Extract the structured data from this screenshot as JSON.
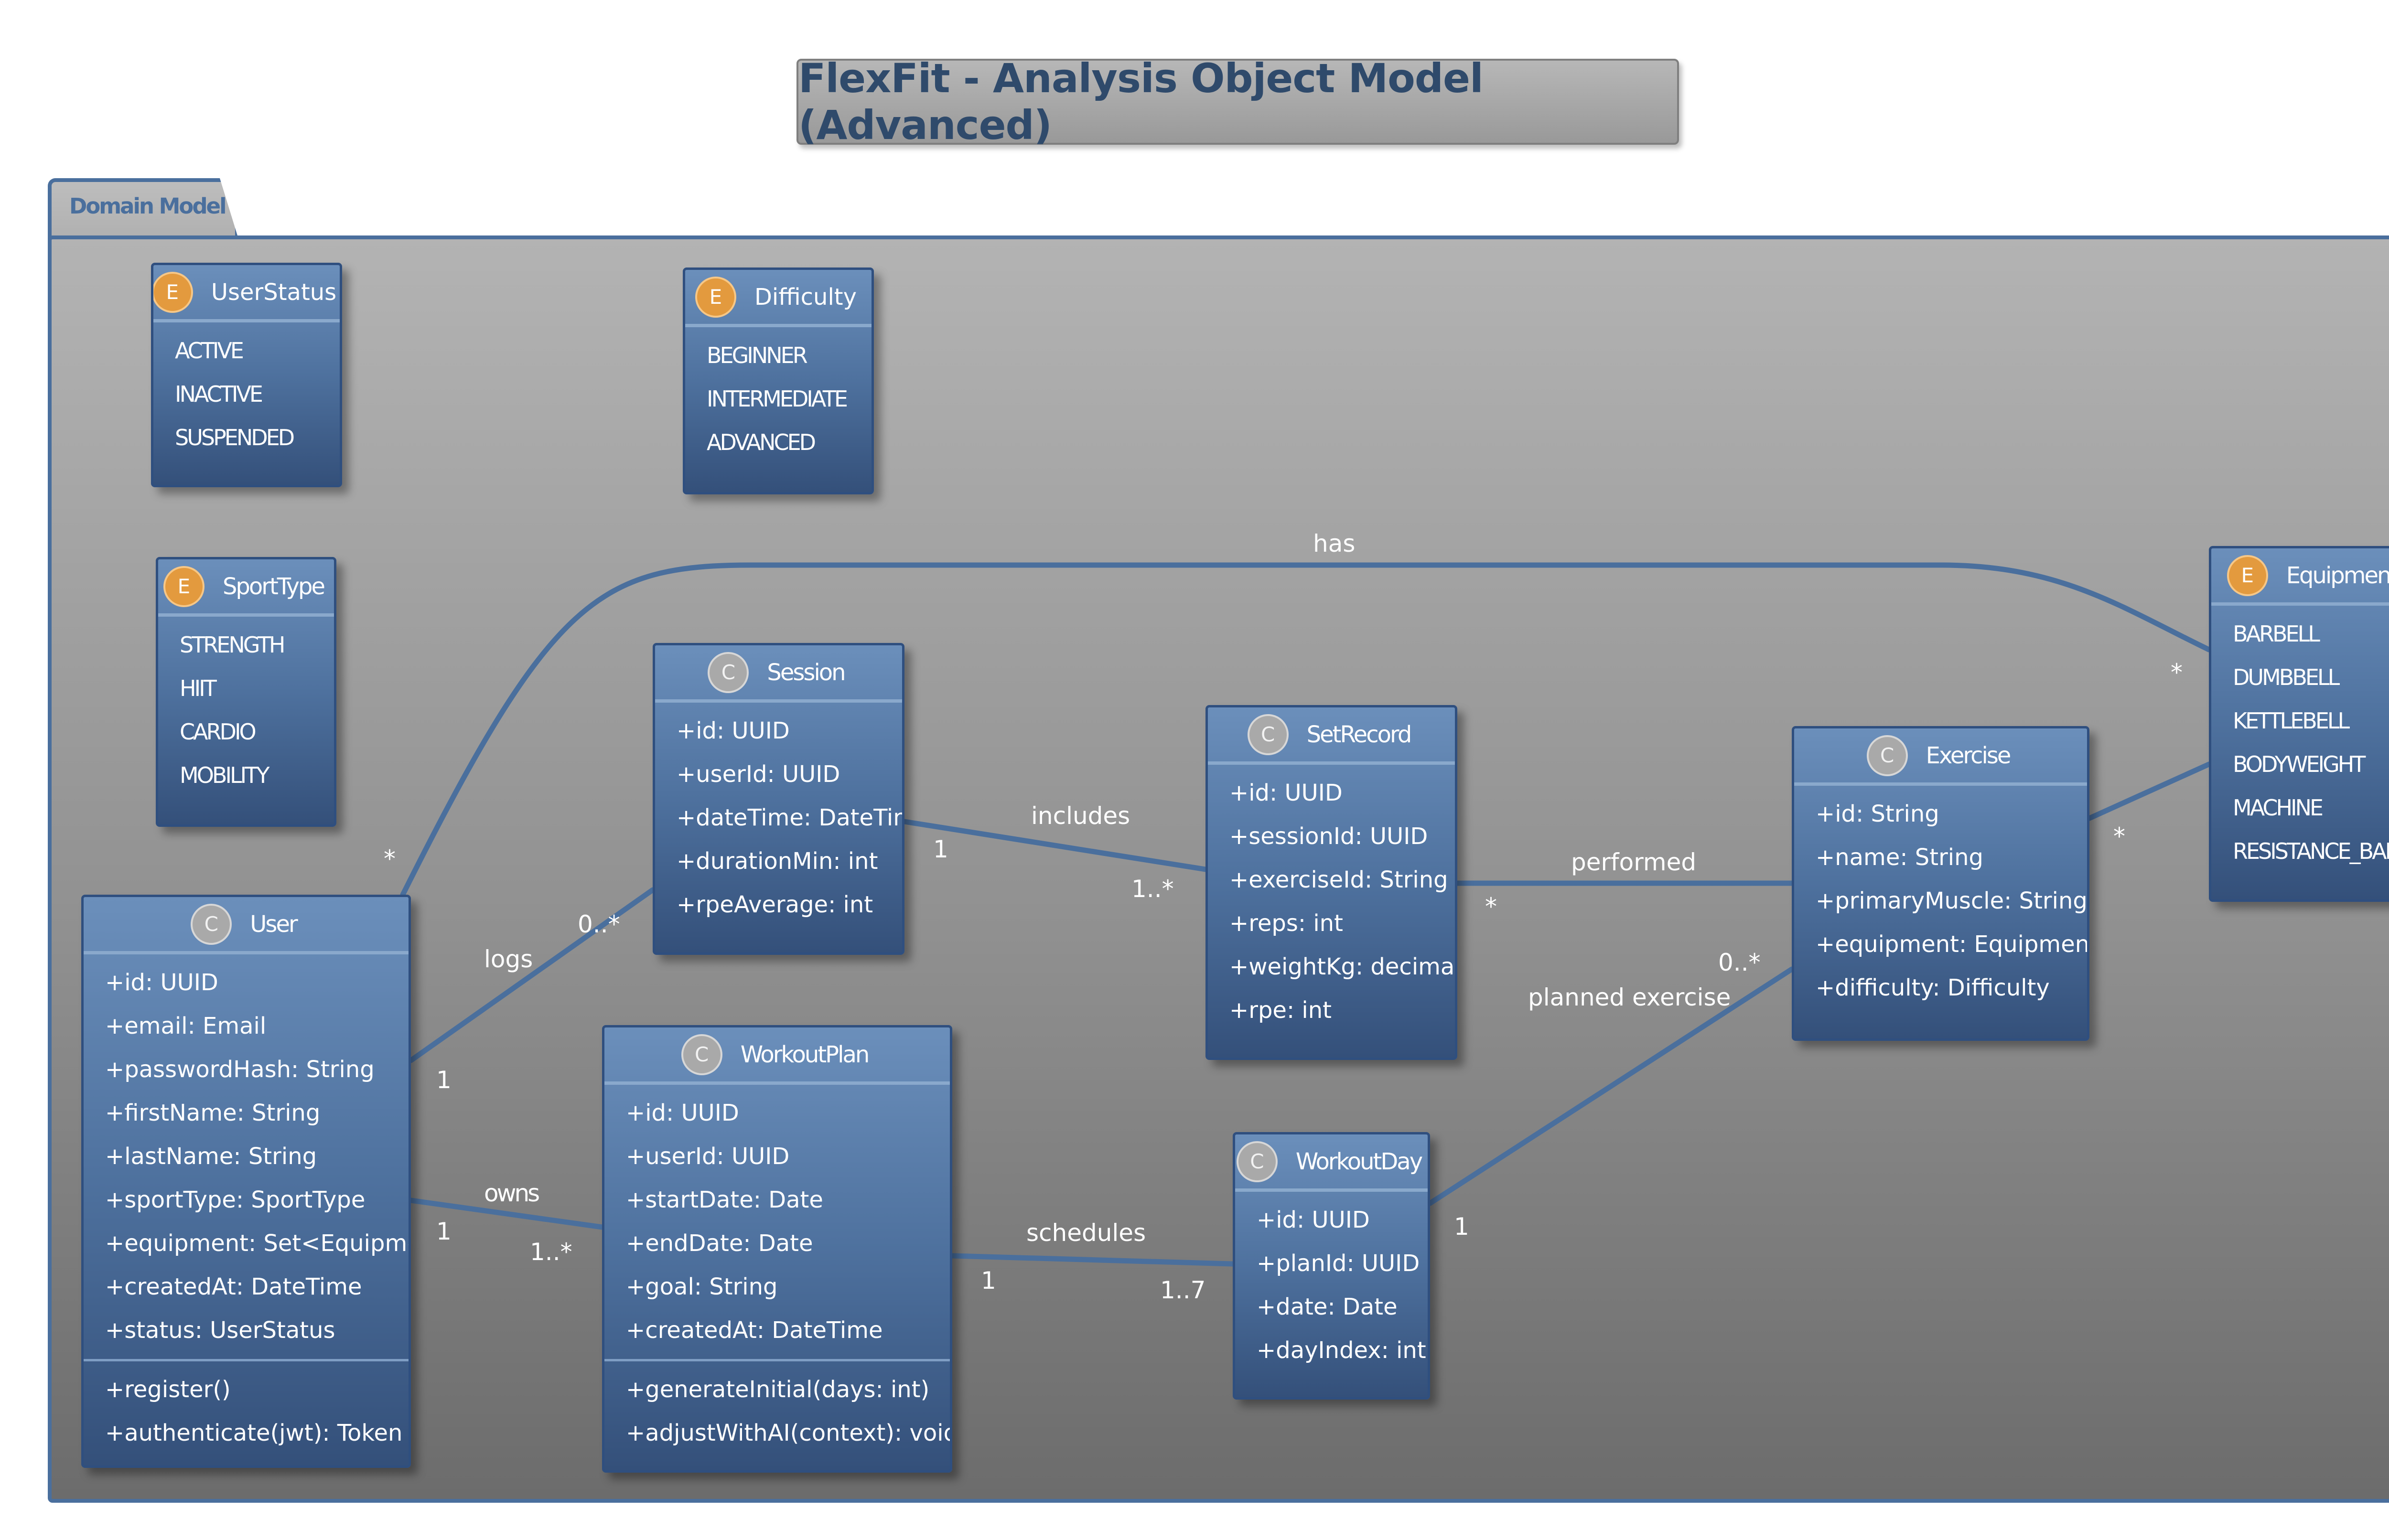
{
  "title": "FlexFit - Analysis Object Model (Advanced)",
  "package": {
    "name": "Domain Model"
  },
  "enums": {
    "user_status": {
      "name": "UserStatus",
      "stereotype": "E",
      "values": [
        "ACTIVE",
        "INACTIVE",
        "SUSPENDED"
      ]
    },
    "difficulty": {
      "name": "Difficulty",
      "stereotype": "E",
      "values": [
        "BEGINNER",
        "INTERMEDIATE",
        "ADVANCED"
      ]
    },
    "sport_type": {
      "name": "SportType",
      "stereotype": "E",
      "values": [
        "STRENGTH",
        "HIIT",
        "CARDIO",
        "MOBILITY"
      ]
    },
    "equipment": {
      "name": "Equipment",
      "stereotype": "E",
      "values": [
        "BARBELL",
        "DUMBBELL",
        "KETTLEBELL",
        "BODYWEIGHT",
        "MACHINE",
        "RESISTANCE_BAND"
      ]
    }
  },
  "classes": {
    "user": {
      "name": "User",
      "stereotype": "C",
      "attributes": [
        "+id: UUID",
        "+email: Email",
        "+passwordHash: String",
        "+firstName: String",
        "+lastName: String",
        "+sportType: SportType",
        "+equipment: Set<Equipment>",
        "+createdAt: DateTime",
        "+status: UserStatus"
      ],
      "operations": [
        "+register()",
        "+authenticate(jwt): Token"
      ]
    },
    "session": {
      "name": "Session",
      "stereotype": "C",
      "attributes": [
        "+id: UUID",
        "+userId: UUID",
        "+dateTime: DateTime",
        "+durationMin: int",
        "+rpeAverage: int"
      ]
    },
    "set_record": {
      "name": "SetRecord",
      "stereotype": "C",
      "attributes": [
        "+id: UUID",
        "+sessionId: UUID",
        "+exerciseId: String",
        "+reps: int",
        "+weightKg: decimal",
        "+rpe: int"
      ]
    },
    "exercise": {
      "name": "Exercise",
      "stereotype": "C",
      "attributes": [
        "+id: String",
        "+name: String",
        "+primaryMuscle: String",
        "+equipment: Equipment",
        "+difficulty: Difficulty"
      ]
    },
    "workout_plan": {
      "name": "WorkoutPlan",
      "stereotype": "C",
      "attributes": [
        "+id: UUID",
        "+userId: UUID",
        "+startDate: Date",
        "+endDate: Date",
        "+goal: String",
        "+createdAt: DateTime"
      ],
      "operations": [
        "+generateInitial(days: int)",
        "+adjustWithAI(context): void"
      ]
    },
    "workout_day": {
      "name": "WorkoutDay",
      "stereotype": "C",
      "attributes": [
        "+id: UUID",
        "+planId: UUID",
        "+date: Date",
        "+dayIndex: int"
      ]
    }
  },
  "associations": {
    "has": {
      "label": "has",
      "from_mult": "*",
      "to_mult": "*"
    },
    "logs": {
      "label": "logs",
      "from_mult": "1",
      "to_mult": "0..*"
    },
    "owns": {
      "label": "owns",
      "from_mult": "1",
      "to_mult": "1..*"
    },
    "includes": {
      "label": "includes",
      "from_mult": "1",
      "to_mult": "1..*"
    },
    "performed": {
      "label": "performed",
      "from_mult": "*"
    },
    "exercise_equipment": {
      "from_mult": "*"
    },
    "schedules": {
      "label": "schedules",
      "from_mult": "1",
      "to_mult": "1..7"
    },
    "planned_exercise": {
      "label": "planned exercise",
      "from_mult": "1",
      "to_mult": "0..*"
    }
  }
}
